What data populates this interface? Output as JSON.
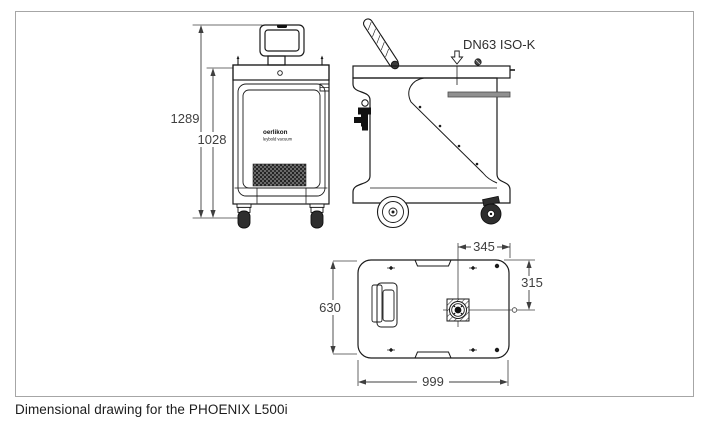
{
  "caption": "Dimensional drawing for the PHOENIX L500i",
  "drawing": {
    "front_view": {
      "dim_total_height": "1289",
      "dim_body_height": "1028",
      "logo_brand": "oerlikon",
      "logo_sub": "leybold vacuum"
    },
    "side_view": {
      "port_label": "DN63 ISO-K"
    },
    "top_view": {
      "dim_flange_to_right": "345",
      "dim_flange_to_front": "315",
      "dim_depth": "630",
      "dim_width": "999"
    }
  },
  "colors": {
    "outline": "#1a1a1a",
    "dimension": "#3f3f3f",
    "frame_border": "#a6a6a6",
    "bar_fill": "#909090",
    "grille_dark": "#2f2f2f"
  }
}
